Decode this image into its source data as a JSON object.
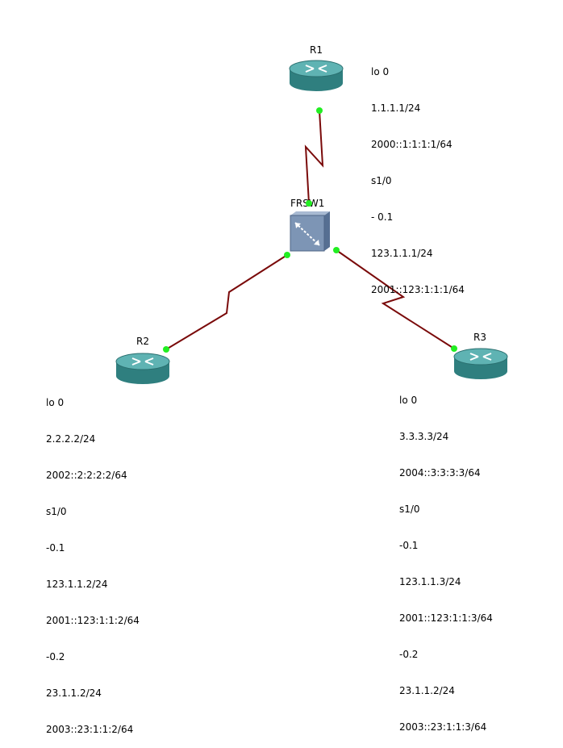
{
  "diagram": {
    "nodes": [
      {
        "id": "R1",
        "label": "R1",
        "type": "router"
      },
      {
        "id": "R2",
        "label": "R2",
        "type": "router"
      },
      {
        "id": "R3",
        "label": "R3",
        "type": "router"
      },
      {
        "id": "FRSW1",
        "label": "FRSW1",
        "type": "frame-relay-switch"
      }
    ],
    "links": [
      {
        "from": "R1",
        "to": "FRSW1",
        "style": "serial"
      },
      {
        "from": "R2",
        "to": "FRSW1",
        "style": "serial"
      },
      {
        "from": "R3",
        "to": "FRSW1",
        "style": "serial"
      }
    ],
    "colors": {
      "link": "#7a0a0a",
      "port": "#22ee22",
      "router": "#3a8e8e",
      "switch": "#7d95b5"
    }
  },
  "notes": {
    "r1": [
      "lo 0",
      "1.1.1.1/24",
      "2000::1:1:1:1/64",
      "s1/0",
      "- 0.1",
      "123.1.1.1/24",
      "2001::123:1:1:1/64"
    ],
    "r2": [
      "lo 0",
      "2.2.2.2/24",
      "2002::2:2:2:2/64",
      "s1/0",
      "-0.1",
      "123.1.1.2/24",
      "2001::123:1:1:2/64",
      "-0.2",
      "23.1.1.2/24",
      "2003::23:1:1:2/64"
    ],
    "r3": [
      "lo 0",
      "3.3.3.3/24",
      "2004::3:3:3:3/64",
      "s1/0",
      "-0.1",
      "123.1.1.3/24",
      "2001::123:1:1:3/64",
      "-0.2",
      "23.1.1.2/24",
      "2003::23:1:1:3/64"
    ]
  }
}
